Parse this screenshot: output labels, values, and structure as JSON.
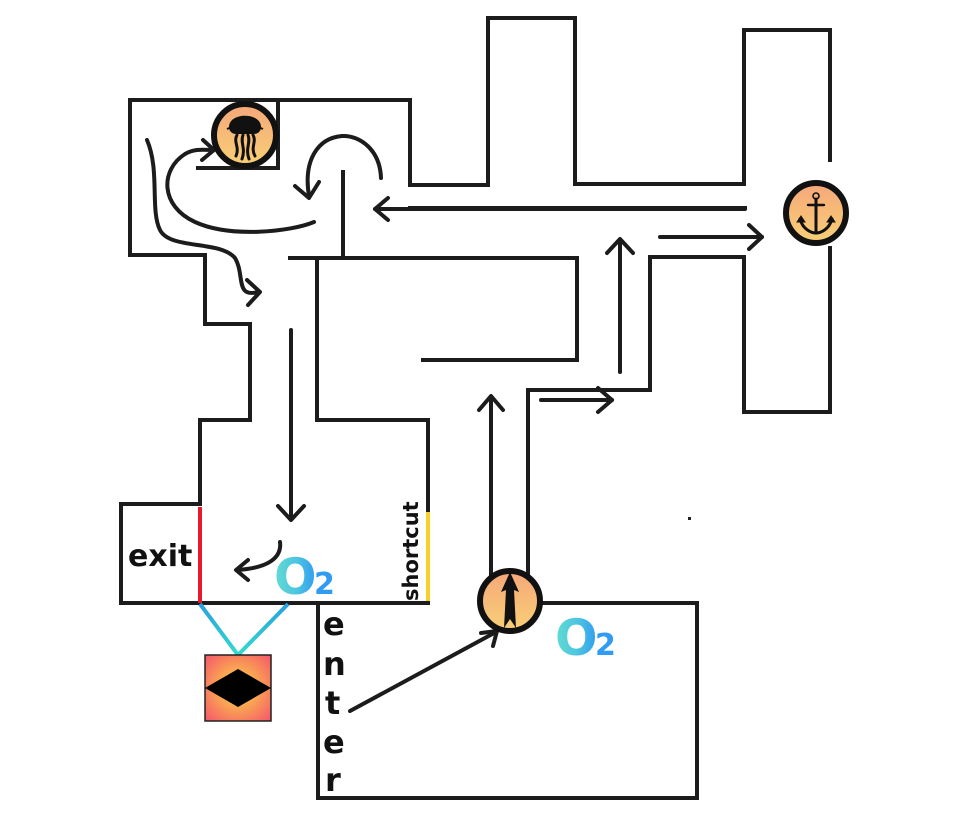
{
  "map": {
    "title": "",
    "labels": {
      "exit": "exit",
      "enter": [
        "e",
        "n",
        "t",
        "e",
        "r"
      ],
      "shortcut": "shortcut"
    },
    "markers": [
      {
        "id": "jellyfish",
        "icon": "jellyfish-icon",
        "description": "Jellyfish boss room"
      },
      {
        "id": "anchor",
        "icon": "anchor-icon",
        "description": "Anchor checkpoint"
      },
      {
        "id": "start-arrow",
        "icon": "up-arrow-icon",
        "description": "Starting direction marker"
      }
    ],
    "oxygen": [
      {
        "id": "o2-exit-room",
        "letter": "O",
        "subscript": "2"
      },
      {
        "id": "o2-start-room",
        "letter": "O",
        "subscript": "2"
      }
    ],
    "item": {
      "icon": "diamond-icon",
      "description": "Treasure / item tile"
    },
    "colors": {
      "wall": "#1c1c1c",
      "exit_door": "#e8192c",
      "shortcut_door": "#f7d12a",
      "o2_start": "#62dcd2",
      "o2_end": "#2f9bf2",
      "marker_top": "#f6a77a",
      "marker_bottom": "#f8d076",
      "item_outer": "#f5566a",
      "item_inner": "#fbc34a",
      "connector_top": "#2a9fe0",
      "connector_bottom": "#33dccc"
    }
  }
}
